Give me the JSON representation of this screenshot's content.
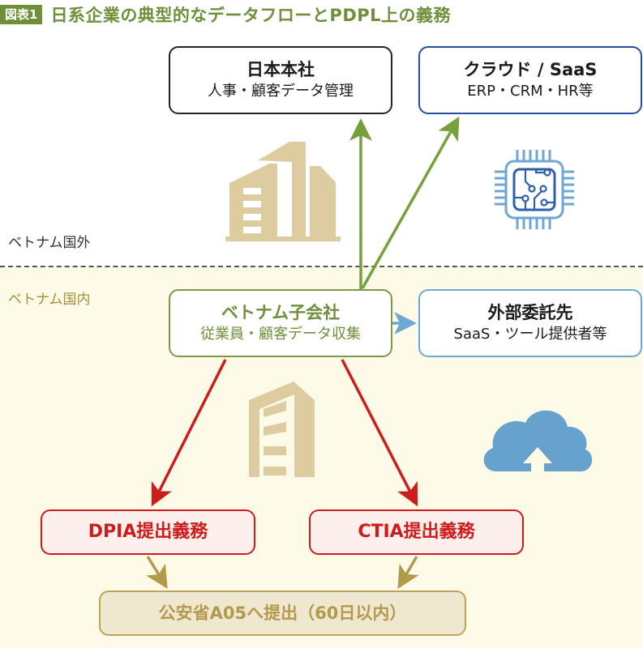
{
  "header": {
    "figure_label": "図表1",
    "title": "日系企業の典型的なデータフローとPDPL上の義務"
  },
  "regions": {
    "outside": "ベトナム国外",
    "inside": "ベトナム国内"
  },
  "nodes": {
    "hq": {
      "title": "日本本社",
      "subtitle": "人事・顧客データ管理"
    },
    "cloud": {
      "title": "クラウド / SaaS",
      "subtitle": "ERP・CRM・HR等"
    },
    "subsidiary": {
      "title": "ベトナム子会社",
      "subtitle": "従業員・顧客データ収集"
    },
    "vendor": {
      "title": "外部委託先",
      "subtitle": "SaaS・ツール提供者等"
    },
    "dpia": {
      "title": "DPIA提出義務"
    },
    "ctia": {
      "title": "CTIA提出義務"
    },
    "a05": {
      "title": "公安省A05へ提出（60日以内）"
    }
  },
  "edges": [
    {
      "from": "subsidiary",
      "to": "hq",
      "color": "#76a03c"
    },
    {
      "from": "subsidiary",
      "to": "cloud",
      "color": "#76a03c"
    },
    {
      "from": "subsidiary",
      "to": "vendor",
      "color": "#6ea7d4"
    },
    {
      "from": "subsidiary",
      "to": "dpia",
      "color": "#cc1c1c"
    },
    {
      "from": "subsidiary",
      "to": "ctia",
      "color": "#cc1c1c"
    },
    {
      "from": "dpia",
      "to": "a05",
      "color": "#b39a4b"
    },
    {
      "from": "ctia",
      "to": "a05",
      "color": "#b39a4b"
    }
  ],
  "icons": {
    "building_large": "office-buildings-icon",
    "building_small": "office-building-icon",
    "chip": "circuit-chip-icon",
    "cloud_upload": "cloud-upload-icon"
  },
  "colors": {
    "brand_green": "#6f8f3b",
    "inside_bg": "#fdfbe8",
    "alert_red": "#cc1c1c",
    "gold": "#b39a4b",
    "blue": "#244f9e",
    "light_blue": "#6ea7d4",
    "building_tan": "#dccca0"
  }
}
